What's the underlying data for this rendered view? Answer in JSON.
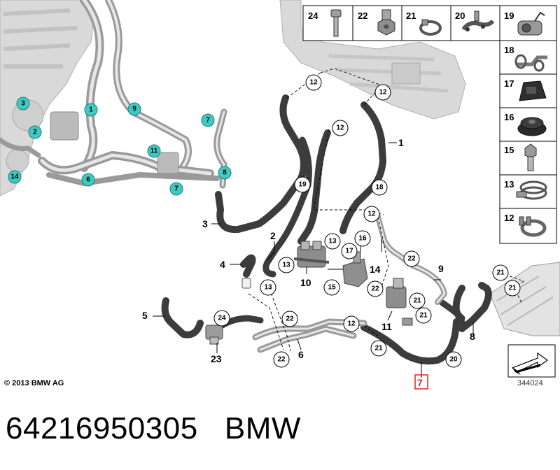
{
  "diagram": {
    "copyright": "© 2013 BMW AG",
    "diagram_number": "344024",
    "callouts_teal": [
      "3",
      "1",
      "9",
      "7",
      "2",
      "11",
      "8",
      "14",
      "6",
      "7"
    ],
    "callouts_part": [
      "12",
      "12",
      "12",
      "12",
      "19",
      "18",
      "13",
      "13",
      "13",
      "16",
      "17",
      "22",
      "15",
      "22",
      "21",
      "21",
      "21",
      "21",
      "24",
      "22",
      "12",
      "21",
      "22",
      "20"
    ],
    "labels": {
      "l1": "1",
      "l3": "3",
      "l2": "2",
      "l4": "4",
      "l10": "10",
      "l14": "14",
      "l9": "9",
      "l11": "11",
      "l5": "5",
      "l23": "23",
      "l6": "6",
      "l8": "8"
    },
    "highlight_label": "7",
    "legend": [
      {
        "num": "24",
        "icon": "bolt-icon"
      },
      {
        "num": "22",
        "icon": "nut-icon"
      },
      {
        "num": "21",
        "icon": "hose-clamp-icon"
      },
      {
        "num": "20",
        "icon": "holder-clip-icon"
      },
      {
        "num": "19",
        "icon": "grommet-holder-icon"
      },
      {
        "num": "18",
        "icon": "bracket-clamp-icon"
      },
      {
        "num": "17",
        "icon": "rubber-mount-icon"
      },
      {
        "num": "16",
        "icon": "rubber-grommet-icon"
      },
      {
        "num": "15",
        "icon": "hex-bolt-icon"
      },
      {
        "num": "13",
        "icon": "worm-clamp-icon"
      },
      {
        "num": "12",
        "icon": "spring-clamp-icon"
      }
    ]
  },
  "footer": {
    "part_number": "64216950305",
    "brand": "BMW"
  }
}
